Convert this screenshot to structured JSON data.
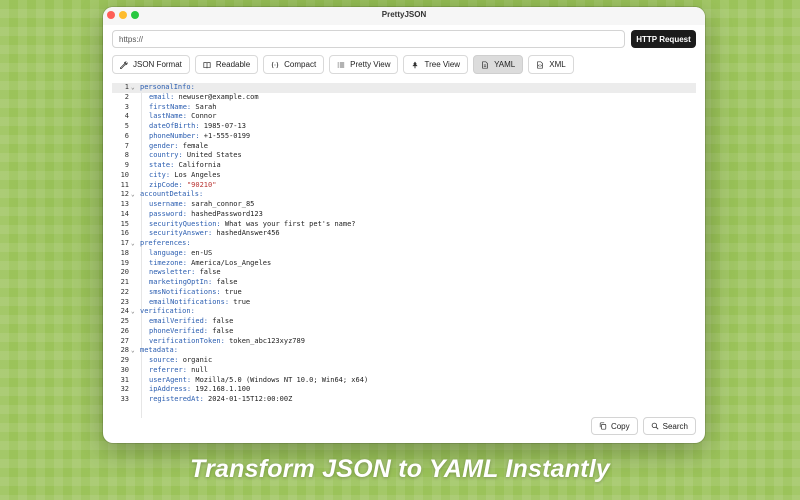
{
  "window": {
    "title": "PrettyJSON"
  },
  "url_bar": {
    "value": "",
    "placeholder": "https://",
    "request_label": "HTTP Request"
  },
  "toolbar": [
    {
      "label": "JSON Format",
      "icon": "wrench-icon",
      "active": false
    },
    {
      "label": "Readable",
      "icon": "book-icon",
      "active": false
    },
    {
      "label": "Compact",
      "icon": "braces-icon",
      "active": false
    },
    {
      "label": "Pretty View",
      "icon": "list-icon",
      "active": false
    },
    {
      "label": "Tree View",
      "icon": "tree-icon",
      "active": false
    },
    {
      "label": "YAML",
      "icon": "document-icon",
      "active": true
    },
    {
      "label": "XML",
      "icon": "code-document-icon",
      "active": false
    }
  ],
  "editor": {
    "current_line": 1,
    "lines": [
      {
        "n": "1",
        "fold": true,
        "indent": 0,
        "key": "personalInfo:",
        "value": ""
      },
      {
        "n": "2",
        "indent": 1,
        "key": "email:",
        "value": " newuser@example.com"
      },
      {
        "n": "3",
        "indent": 1,
        "key": "firstName:",
        "value": " Sarah"
      },
      {
        "n": "4",
        "indent": 1,
        "key": "lastName:",
        "value": " Connor"
      },
      {
        "n": "5",
        "indent": 1,
        "key": "dateOfBirth:",
        "value": " 1985-07-13"
      },
      {
        "n": "6",
        "indent": 1,
        "key": "phoneNumber:",
        "value": " +1-555-0199"
      },
      {
        "n": "7",
        "indent": 1,
        "key": "gender:",
        "value": " female"
      },
      {
        "n": "8",
        "indent": 1,
        "key": "country:",
        "value": " United States"
      },
      {
        "n": "9",
        "indent": 1,
        "key": "state:",
        "value": " California"
      },
      {
        "n": "10",
        "indent": 1,
        "key": "city:",
        "value": " Los Angeles"
      },
      {
        "n": "11",
        "indent": 1,
        "key": "zipCode:",
        "value": " ",
        "str": "\"90210\""
      },
      {
        "n": "12",
        "fold": true,
        "indent": 0,
        "key": "accountDetails:",
        "value": ""
      },
      {
        "n": "13",
        "indent": 1,
        "key": "username:",
        "value": " sarah_connor_85"
      },
      {
        "n": "14",
        "indent": 1,
        "key": "password:",
        "value": " hashedPassword123"
      },
      {
        "n": "15",
        "indent": 1,
        "key": "securityQuestion:",
        "value": " What was your first pet's name?"
      },
      {
        "n": "16",
        "indent": 1,
        "key": "securityAnswer:",
        "value": " hashedAnswer456"
      },
      {
        "n": "17",
        "fold": true,
        "indent": 0,
        "key": "preferences:",
        "value": ""
      },
      {
        "n": "18",
        "indent": 1,
        "key": "language:",
        "value": " en-US"
      },
      {
        "n": "19",
        "indent": 1,
        "key": "timezone:",
        "value": " America/Los_Angeles"
      },
      {
        "n": "20",
        "indent": 1,
        "key": "newsletter:",
        "value": " false"
      },
      {
        "n": "21",
        "indent": 1,
        "key": "marketingOptIn:",
        "value": " false"
      },
      {
        "n": "22",
        "indent": 1,
        "key": "smsNotifications:",
        "value": " true"
      },
      {
        "n": "23",
        "indent": 1,
        "key": "emailNotifications:",
        "value": " true"
      },
      {
        "n": "24",
        "fold": true,
        "indent": 0,
        "key": "verification:",
        "value": ""
      },
      {
        "n": "25",
        "indent": 1,
        "key": "emailVerified:",
        "value": " false"
      },
      {
        "n": "26",
        "indent": 1,
        "key": "phoneVerified:",
        "value": " false"
      },
      {
        "n": "27",
        "indent": 1,
        "key": "verificationToken:",
        "value": " token_abc123xyz789"
      },
      {
        "n": "28",
        "fold": true,
        "indent": 0,
        "key": "metadata:",
        "value": ""
      },
      {
        "n": "29",
        "indent": 1,
        "key": "source:",
        "value": " organic"
      },
      {
        "n": "30",
        "indent": 1,
        "key": "referrer:",
        "value": " null"
      },
      {
        "n": "31",
        "indent": 1,
        "key": "userAgent:",
        "value": " Mozilla/5.0 (Windows NT 10.0; Win64; x64)"
      },
      {
        "n": "32",
        "indent": 1,
        "key": "ipAddress:",
        "value": " 192.168.1.100"
      },
      {
        "n": "33",
        "indent": 1,
        "key": "registeredAt:",
        "value": " 2024-01-15T12:00:00Z"
      }
    ]
  },
  "actions": {
    "copy_label": "Copy",
    "search_label": "Search"
  },
  "caption": "Transform JSON to YAML Instantly"
}
